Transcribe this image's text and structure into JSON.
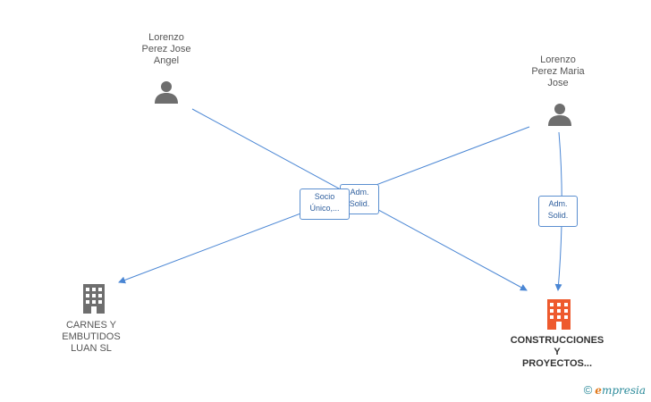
{
  "nodes": {
    "person1": {
      "label": "Lorenzo\nPerez Jose\nAngel",
      "icon": "person-icon"
    },
    "person2": {
      "label": "Lorenzo\nPerez Maria\nJose",
      "icon": "person-icon"
    },
    "company1": {
      "label": "CARNES Y\nEMBUTIDOS\nLUAN SL",
      "icon": "building-icon"
    },
    "company2": {
      "label": "CONSTRUCCIONES\nY\nPROYECTOS...",
      "icon": "building-icon"
    }
  },
  "edges": {
    "label_socio": "Socio\nÚnico,...",
    "label_adm_center": "Adm.\nSolid.",
    "label_adm_right": "Adm.\nSolid."
  },
  "colors": {
    "edge": "#4a86d4",
    "person": "#6e6e6e",
    "company_default": "#6e6e6e",
    "company_highlight": "#ee5a2e"
  },
  "brand": {
    "copyright": "©",
    "initial": "e",
    "name": "mpresia"
  }
}
